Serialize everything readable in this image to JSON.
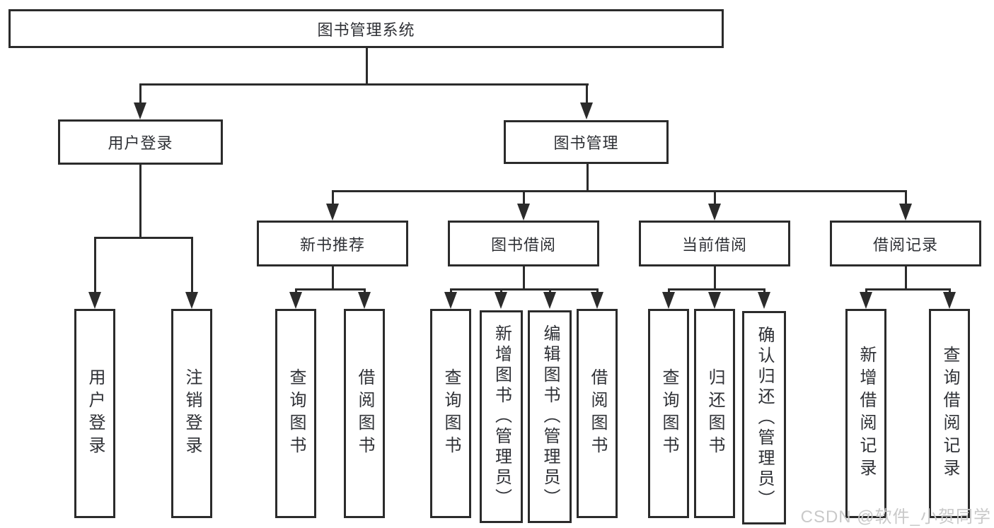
{
  "colors": {
    "line": "#2b2b2b",
    "text": "#2f3136",
    "watermark": "#c9c9c9",
    "background": "#ffffff"
  },
  "nodes": {
    "root": "图书管理系统",
    "level2": {
      "user_login": "用户登录",
      "book_management": "图书管理"
    },
    "level3": {
      "new_book_recommend": "新书推荐",
      "book_borrowing": "图书借阅",
      "current_borrowing": "当前借阅",
      "borrowing_records": "借阅记录"
    },
    "leaves": {
      "user_login": [
        "用户登录",
        "注销登录"
      ],
      "new_book_recommend": [
        "查询图书",
        "借阅图书"
      ],
      "book_borrowing": [
        "查询图书",
        "新增图书（管理员）",
        "编辑图书（管理员）",
        "借阅图书"
      ],
      "current_borrowing": [
        "查询图书",
        "归还图书",
        "确认归还（管理员）"
      ],
      "borrowing_records": [
        "新增借阅记录",
        "查询借阅记录"
      ]
    }
  },
  "watermark": "CSDN @软件_小贺同学"
}
